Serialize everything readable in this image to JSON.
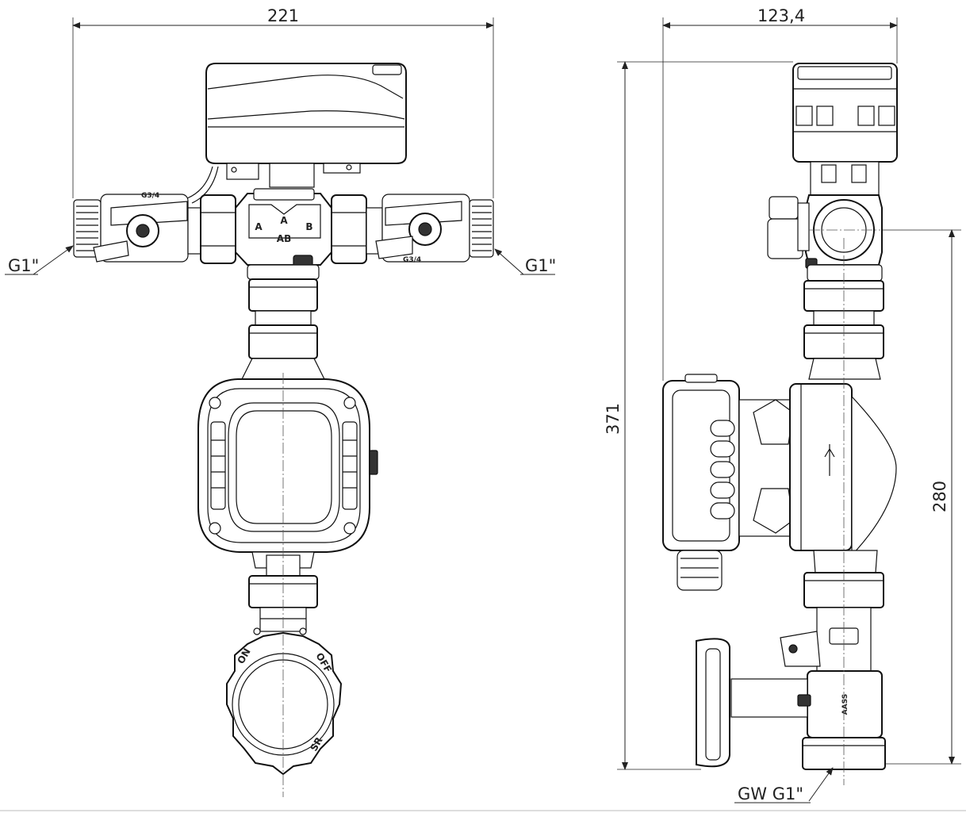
{
  "dimensions": {
    "front_width": "221",
    "side_width": "123,4",
    "overall_height": "371",
    "port_height": "280"
  },
  "labels": {
    "thread_left": "G1\"",
    "thread_right": "G1\"",
    "thread_bottom": "GW G1\""
  },
  "valve_markings": {
    "port_a_top": "A",
    "port_a": "A",
    "port_b": "B",
    "port_ab": "AB"
  },
  "handwheel_markings": {
    "on": "ON",
    "off": "OFF",
    "sr": "SR"
  },
  "side_marking": "AASS"
}
